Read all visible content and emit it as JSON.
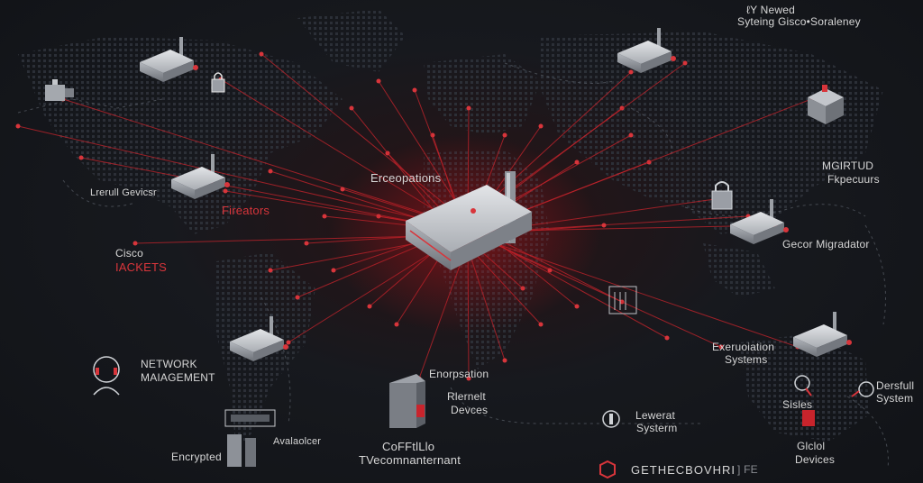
{
  "labels": {
    "top_right_line1": "ℓY Newed",
    "top_right_line2": "Syteing Gisco•Soraleney",
    "center_hub": "Erceopations",
    "left_devices": "Lrerull Gevicsr",
    "firewall": "Fireators",
    "cisco_line1": "Cisco",
    "cisco_line2": "IACKETS",
    "network_line1": "NETWORK",
    "network_line2": "MAIAGEMENT",
    "encrypted": "Encrypted",
    "availability": "Avalaolcer",
    "encryption": "Enorpsation",
    "remote_line1": "Rlernelt",
    "remote_line2": "Devces",
    "confidential_line1": "CoFFtlLlo",
    "confidential_line2": "TVecomnanternant",
    "lowerat_line1": "Lewerat",
    "lowerat_line2": "Systerm",
    "brand": "GETHECBOVHRI",
    "brand_suffix": "] FE",
    "right_top_line1": "MGIRTUD",
    "right_top_line2": "Fkpecuurs",
    "migration": "Gecor Migradator",
    "exeruption_line1": "Exeruoiation",
    "exeruption_line2": "Systems",
    "dersful_line1": "Dersfull",
    "dersful_line2": "System",
    "sisles": "Sisles",
    "global_line1": "Glclol",
    "global_line2": "Devices"
  },
  "colors": {
    "background": "#14171c",
    "accent_red": "#d8353b",
    "line_red": "#c8242c",
    "device_body": "#c9ccd0",
    "map_dots": "#2c3038"
  }
}
